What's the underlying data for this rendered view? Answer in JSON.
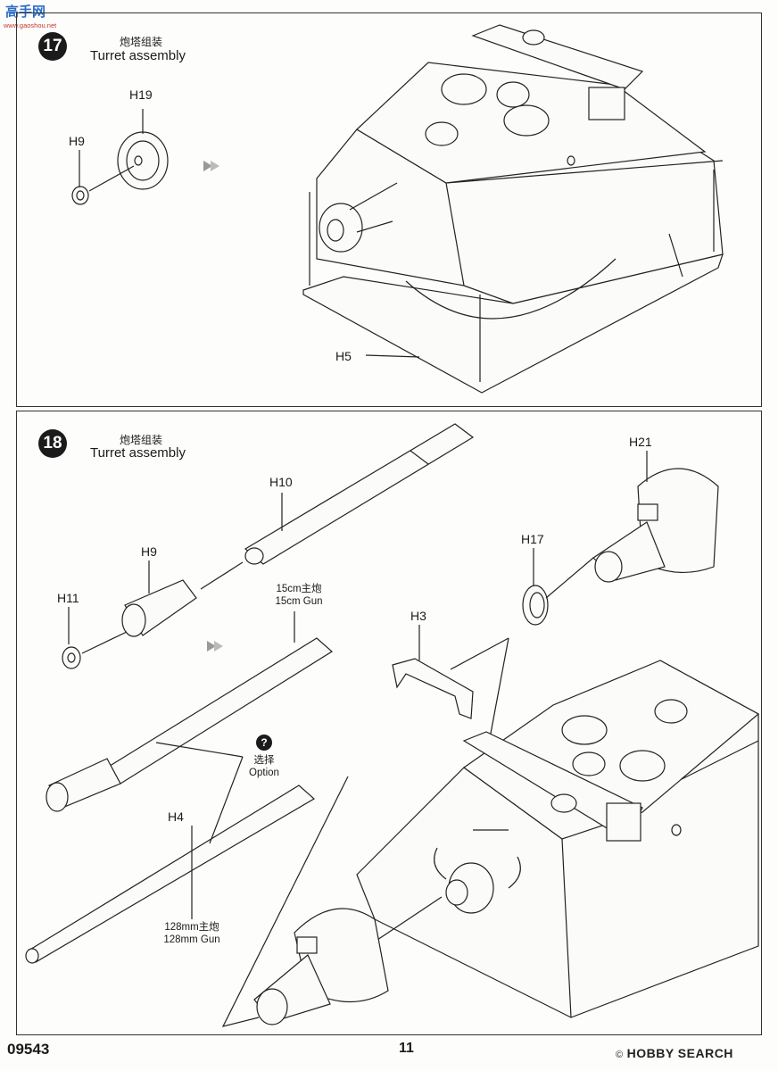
{
  "watermark": {
    "logo_text": "高手网",
    "url": "www.gaoshou.net"
  },
  "steps": [
    {
      "number": "17",
      "title_cn": "炮塔组装",
      "title_en": "Turret assembly",
      "parts": {
        "h19": "H19",
        "h9": "H9",
        "h5": "H5"
      }
    },
    {
      "number": "18",
      "title_cn": "炮塔组装",
      "title_en": "Turret assembly",
      "parts": {
        "h21": "H21",
        "h10": "H10",
        "h17": "H17",
        "h9": "H9",
        "h11": "H11",
        "h3": "H3",
        "h4": "H4"
      },
      "gun15_cn": "15cm主炮",
      "gun15_en": "15cm Gun",
      "option_cn": "选择",
      "option_en": "Option",
      "option_icon": "?",
      "gun128_cn": "128mm主炮",
      "gun128_en": "128mm Gun"
    }
  ],
  "footer": {
    "code": "09543",
    "page": "11",
    "brand_mark": "©",
    "brand": "HOBBY SEARCH"
  }
}
